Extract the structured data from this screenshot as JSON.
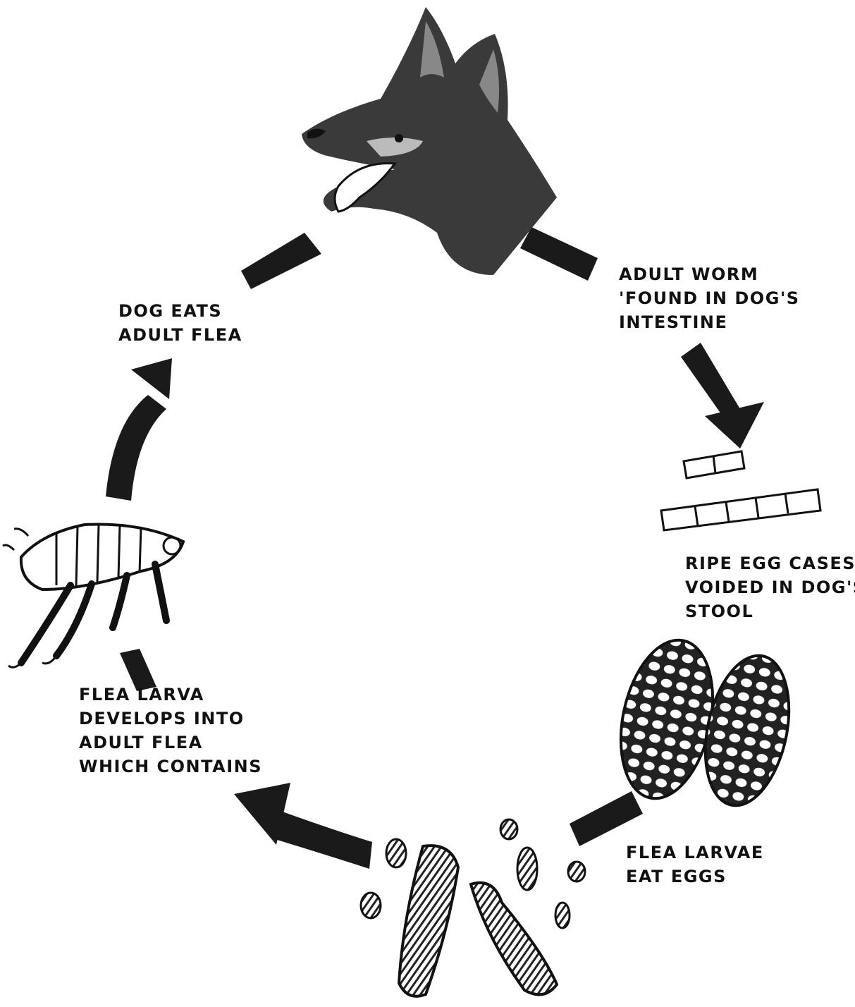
{
  "labels": {
    "dog_eats": [
      "DOG EATS",
      "ADULT FLEA"
    ],
    "adult_worm": [
      "ADULT WORM",
      "'FOUND IN DOG'S",
      "INTESTINE"
    ],
    "egg_cases": [
      "RIPE EGG CASES",
      "VOIDED IN DOG'S",
      "STOOL"
    ],
    "larvae_eat": [
      "FLEA LARVAE",
      "EAT EGGS"
    ],
    "flea_larva": [
      "FLEA LARVA",
      "DEVELOPS INTO",
      "ADULT FLEA",
      "WHICH CONTAINS"
    ]
  },
  "colors": {
    "ink": "#111111",
    "arrow": "#1a1a1a",
    "paper": "#ffffff"
  },
  "icons": {
    "dog": "dog-head-illustration",
    "flea": "adult-flea-illustration",
    "eggs": "tapeworm-egg-packets-illustration",
    "larvae": "flea-larvae-illustration",
    "segments": "tapeworm-segments-illustration"
  }
}
